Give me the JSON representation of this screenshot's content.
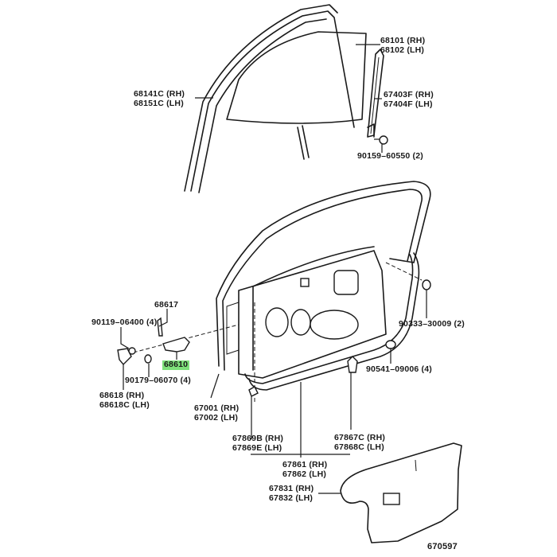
{
  "diagram": {
    "figure_number": "670597",
    "highlight_color": "#7ee07a",
    "parts": [
      {
        "id": "door-glass",
        "lines": [
          "68101 (RH)",
          "68102 (LH)"
        ]
      },
      {
        "id": "glass-run",
        "lines": [
          "68141C (RH)",
          "68151C (LH)"
        ]
      },
      {
        "id": "rear-channel",
        "lines": [
          "67403F (RH)",
          "67404F (LH)"
        ]
      },
      {
        "id": "channel-bolt",
        "lines": [
          "90159–60550 (2)"
        ]
      },
      {
        "id": "hinge-pin",
        "lines": [
          "68617"
        ]
      },
      {
        "id": "hinge-bolt",
        "lines": [
          "90119–06400 (4)"
        ]
      },
      {
        "id": "check-assy",
        "lines": [
          "68610"
        ],
        "highlighted": true
      },
      {
        "id": "hinge-nut",
        "lines": [
          "90179–06070 (4)"
        ]
      },
      {
        "id": "hinge",
        "lines": [
          "68618   (RH)",
          "68618C (LH)"
        ]
      },
      {
        "id": "door-panel",
        "lines": [
          "67001 (RH)",
          "67002 (LH)"
        ]
      },
      {
        "id": "plug",
        "lines": [
          "90333–30009 (2)"
        ]
      },
      {
        "id": "hole-plug",
        "lines": [
          "90541–09006 (4)"
        ]
      },
      {
        "id": "weatherstrip-clip-a",
        "lines": [
          "67869B (RH)",
          "67869E (LH)"
        ]
      },
      {
        "id": "weatherstrip-clip-b",
        "lines": [
          "67867C (RH)",
          "67868C (LH)"
        ]
      },
      {
        "id": "weatherstrip",
        "lines": [
          "67861 (RH)",
          "67862 (LH)"
        ]
      },
      {
        "id": "service-hole-cover",
        "lines": [
          "67831 (RH)",
          "67832 (LH)"
        ]
      }
    ]
  }
}
